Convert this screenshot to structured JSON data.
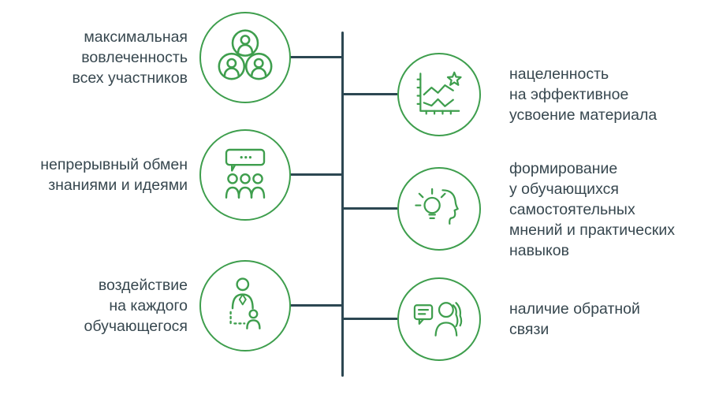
{
  "diagram": {
    "colors": {
      "accent": "#3e9e4d",
      "line": "#2c4752",
      "text": "#37474f"
    },
    "left_items": [
      {
        "label": "максимальная\nвовлеченность\nвсех участников",
        "icon": "team-group-icon"
      },
      {
        "label": "непрерывный обмен\nзнаниями и идеями",
        "icon": "discussion-icon"
      },
      {
        "label": "воздействие\nна каждого\nобучающегося",
        "icon": "mentorship-icon"
      }
    ],
    "right_items": [
      {
        "label": "нацеленность\nна эффективное\nусвоение материала",
        "icon": "chart-star-icon"
      },
      {
        "label": "формирование\nу обучающихся\nсамостоятельных\nмнений и практических\nнавыков",
        "icon": "idea-head-icon"
      },
      {
        "label": "наличие обратной\nсвязи",
        "icon": "feedback-icon"
      }
    ]
  }
}
